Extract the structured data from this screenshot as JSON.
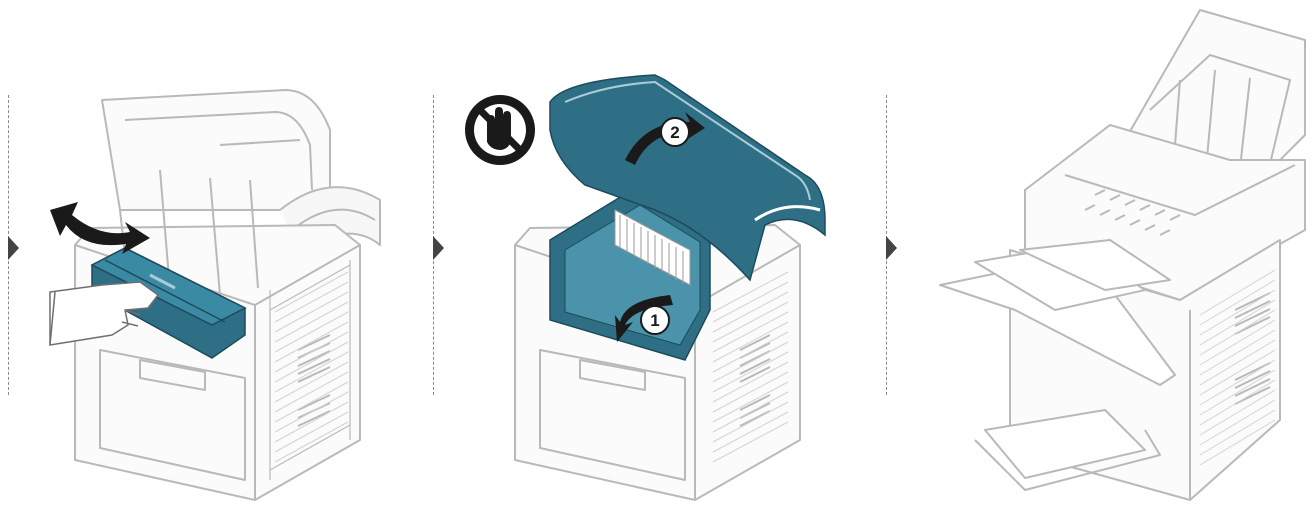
{
  "steps": [
    {
      "id": 1,
      "caption": "",
      "badges": []
    },
    {
      "id": 2,
      "caption": "",
      "badges": [
        "2",
        "1"
      ],
      "warning_icon": "no-touch-hand-icon"
    },
    {
      "id": 3,
      "caption": "",
      "badges": []
    }
  ],
  "colors": {
    "line": "#b9b9b9",
    "accent": "#2e6f86",
    "accent_light": "#a9ccd8",
    "arrow": "#444444",
    "black": "#111111"
  }
}
